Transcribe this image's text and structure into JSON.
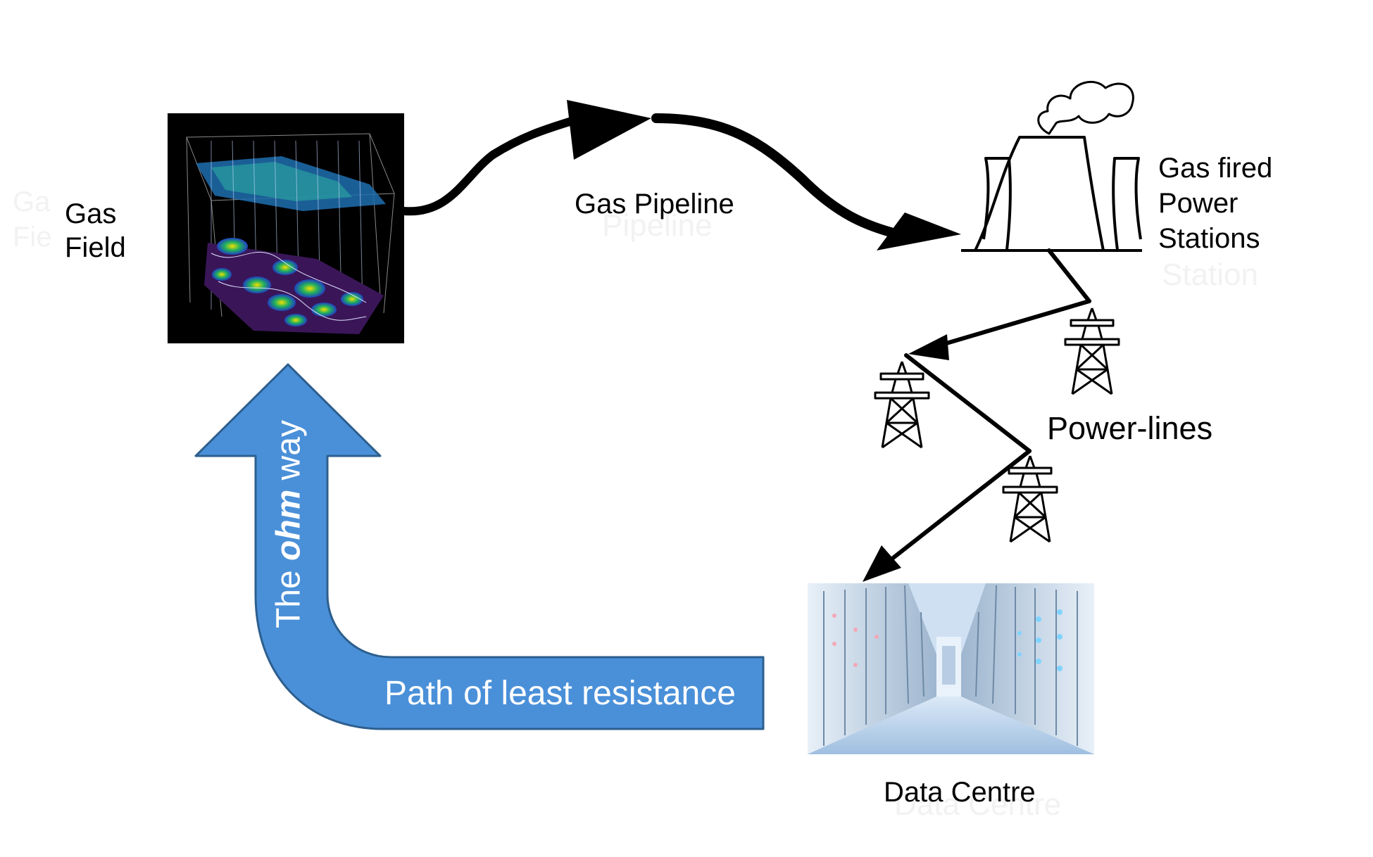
{
  "labels": {
    "gas_field": [
      "Gas",
      "Field"
    ],
    "gas_pipeline": "Gas Pipeline",
    "power_station": [
      "Gas fired",
      "Power",
      "Stations"
    ],
    "power_lines": "Power-lines",
    "data_centre": "Data Centre"
  },
  "arrow_labels": {
    "path": "Path of least resistance",
    "ohm_prefix": "The",
    "ohm_emphasis": "ohm",
    "ohm_suffix": "way"
  },
  "colors": {
    "blue_arrow_fill": "#4a90d9",
    "blue_arrow_stroke": "#2d5f8e",
    "line": "#000000",
    "ghost_text": "#f2f2f2"
  },
  "icons": {
    "gas_field": "seismic-3d-map-image",
    "power_station": "cooling-tower-icon",
    "pylon": "transmission-tower-icon",
    "data_centre": "server-room-image"
  }
}
